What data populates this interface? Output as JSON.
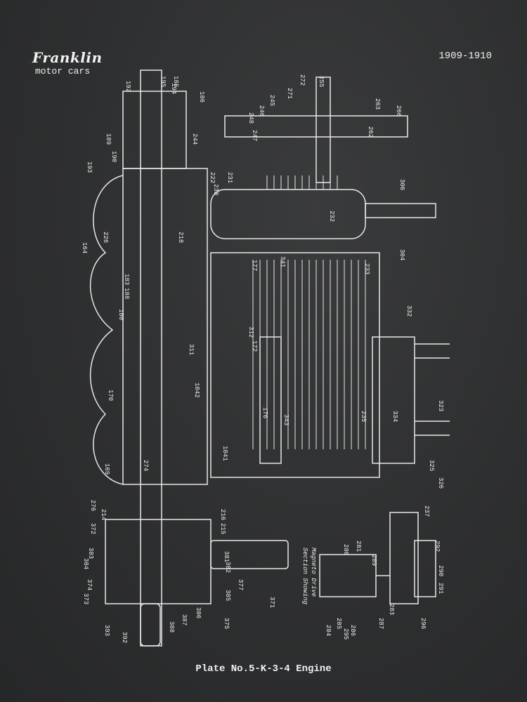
{
  "header": {
    "brand": "Franklin",
    "subtitle": "motor cars",
    "years": "1909-1910"
  },
  "caption": "Plate No.5-K-3-4 Engine",
  "detail_caption": [
    "Section Showing",
    "Magneto Drive"
  ],
  "part_labels": [
    "192",
    "195",
    "194",
    "186",
    "185",
    "189",
    "190",
    "193",
    "226",
    "164",
    "183",
    "188",
    "180",
    "170",
    "169",
    "274",
    "276",
    "214",
    "372",
    "383",
    "384",
    "374",
    "373",
    "393",
    "392",
    "388",
    "387",
    "386",
    "375",
    "377",
    "385",
    "382",
    "381",
    "371",
    "272",
    "255",
    "271",
    "266",
    "248",
    "247",
    "245",
    "246",
    "263",
    "262",
    "244",
    "222",
    "231",
    "230",
    "232",
    "218",
    "304",
    "306",
    "233",
    "341",
    "177",
    "312",
    "172",
    "311",
    "1042",
    "343",
    "176",
    "1041",
    "235",
    "334",
    "332",
    "323",
    "326",
    "325",
    "216",
    "215",
    "281",
    "280",
    "289",
    "237",
    "292",
    "290",
    "291",
    "296",
    "285",
    "284",
    "286",
    "287",
    "283",
    "295"
  ]
}
